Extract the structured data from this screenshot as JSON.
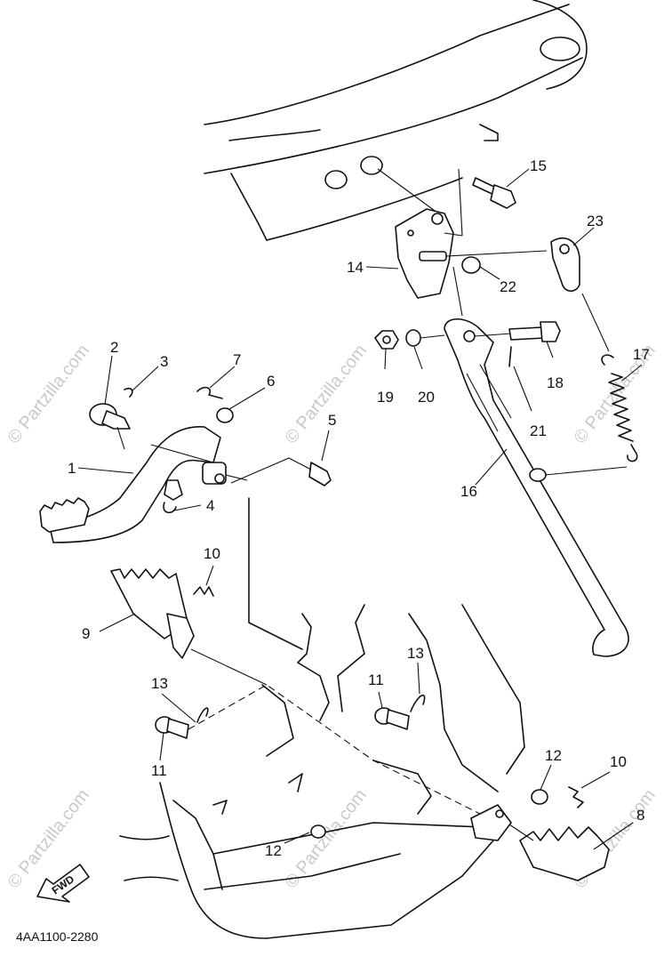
{
  "parts": [
    {
      "number": "1"
    },
    {
      "number": "2"
    },
    {
      "number": "3"
    },
    {
      "number": "4"
    },
    {
      "number": "5"
    },
    {
      "number": "6"
    },
    {
      "number": "7"
    },
    {
      "number": "8"
    },
    {
      "number": "9"
    },
    {
      "number": "10"
    },
    {
      "number": "10"
    },
    {
      "number": "11"
    },
    {
      "number": "11"
    },
    {
      "number": "12"
    },
    {
      "number": "12"
    },
    {
      "number": "13"
    },
    {
      "number": "13"
    },
    {
      "number": "14"
    },
    {
      "number": "15"
    },
    {
      "number": "16"
    },
    {
      "number": "17"
    },
    {
      "number": "18"
    },
    {
      "number": "19"
    },
    {
      "number": "20"
    },
    {
      "number": "21"
    },
    {
      "number": "22"
    },
    {
      "number": "23"
    }
  ],
  "diagram_code": "4AA1100-2280",
  "direction_marker": "FWD",
  "watermark": "© Partzilla.com",
  "colors": {
    "line": "#111111",
    "watermark": "#c9c9c9",
    "background": "#ffffff"
  }
}
